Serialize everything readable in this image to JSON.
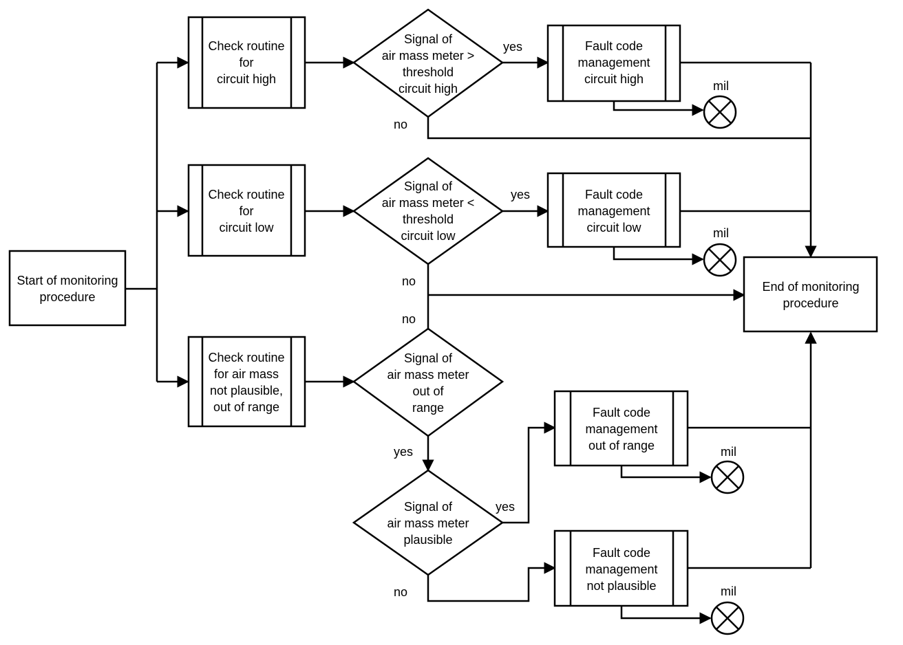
{
  "start": {
    "line1": "Start of monitoring",
    "line2": "procedure"
  },
  "end": {
    "line1": "End of monitoring",
    "line2": "procedure"
  },
  "checks": {
    "high": [
      "Check routine",
      "for",
      "circuit high"
    ],
    "low": [
      "Check routine",
      "for",
      "circuit low"
    ],
    "range": [
      "Check routine",
      "for air mass",
      "not plausible,",
      "out of range"
    ]
  },
  "decisions": {
    "high": [
      "Signal of",
      "air mass meter >",
      "threshold",
      "circuit high"
    ],
    "low": [
      "Signal of",
      "air mass meter <",
      "threshold",
      "circuit low"
    ],
    "range": [
      "Signal of",
      "air mass meter",
      "out of",
      "range"
    ],
    "plausible": [
      "Signal of",
      "air mass meter",
      "plausible"
    ]
  },
  "faults": {
    "high": [
      "Fault code",
      "management",
      "circuit high"
    ],
    "low": [
      "Fault code",
      "management",
      "circuit low"
    ],
    "range": [
      "Fault code",
      "management",
      "out of range"
    ],
    "plausible": [
      "Fault code",
      "management",
      "not plausible"
    ]
  },
  "labels": {
    "yes": "yes",
    "no": "no",
    "mil": "mil"
  }
}
